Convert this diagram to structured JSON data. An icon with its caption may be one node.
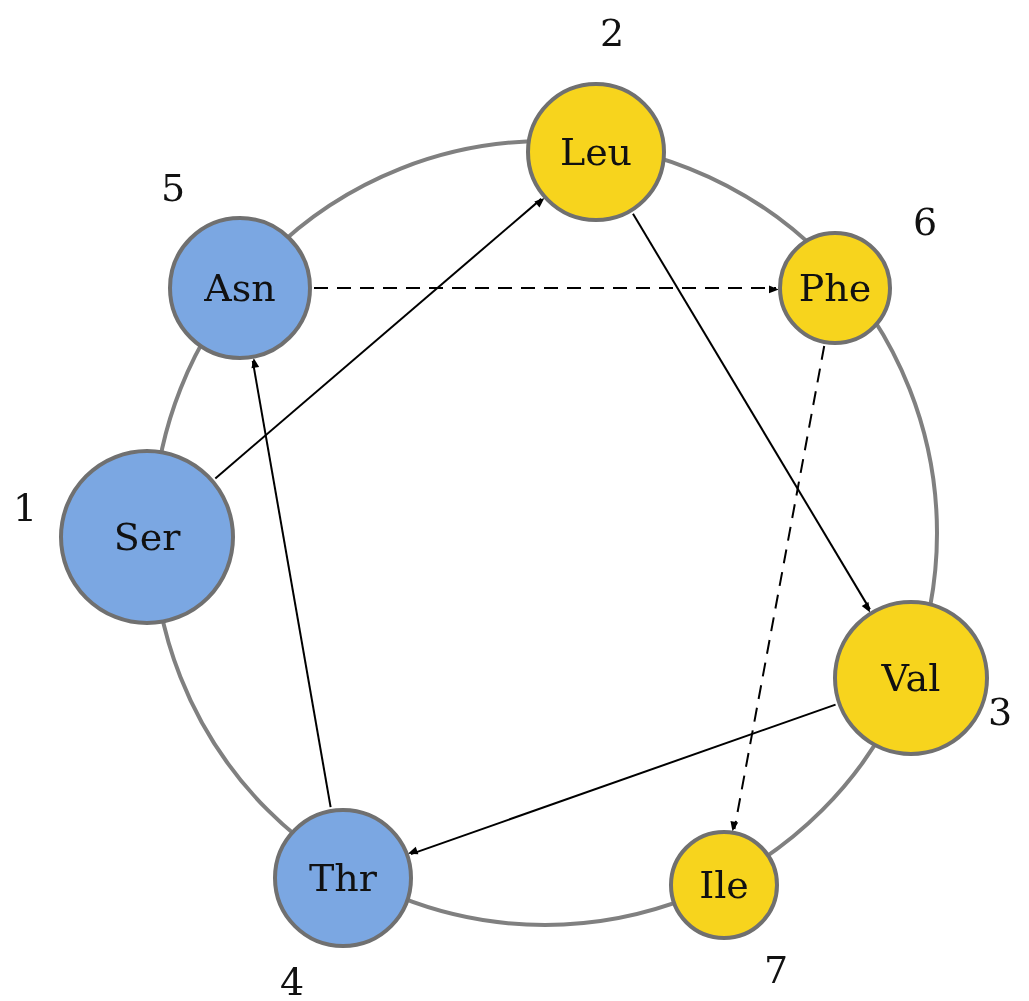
{
  "diagram": {
    "nodes": [
      {
        "text": [
          "Ser"
        ],
        "beside": [
          "1"
        ]
      },
      {
        "text": [
          "Leu"
        ],
        "beside": [
          "2"
        ]
      },
      {
        "text": [
          "Val"
        ],
        "beside": [
          "3"
        ]
      },
      {
        "text": [
          "Thr"
        ],
        "beside": [
          "4"
        ]
      },
      {
        "text": [
          "Asn"
        ],
        "beside": [
          "5"
        ]
      },
      {
        "text": [
          "Phe"
        ],
        "beside": [
          "6"
        ]
      },
      {
        "text": [
          "Ile"
        ],
        "beside": [
          "7"
        ]
      }
    ],
    "edges": [
      {
        "from": 0,
        "to": 1,
        "arrow": "to"
      },
      {
        "from": 1,
        "to": 2,
        "arrow": "to"
      },
      {
        "from": 2,
        "to": 3,
        "arrow": "to"
      },
      {
        "from": 3,
        "to": 4,
        "arrow": "to"
      },
      {
        "from": 4,
        "to": 5,
        "arrow": "to",
        "style": "dashed"
      },
      {
        "from": 5,
        "to": 6,
        "arrow": "to",
        "style": "dashed"
      }
    ]
  }
}
